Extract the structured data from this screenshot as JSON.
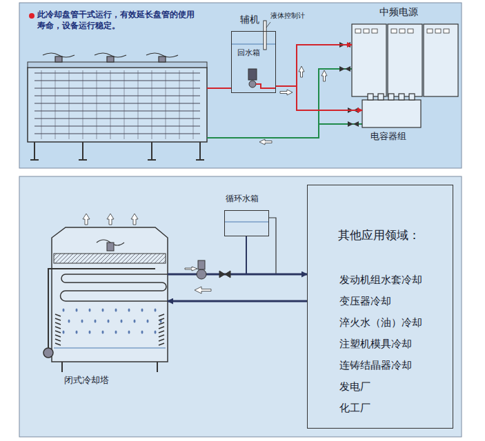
{
  "diagram": {
    "nodes": [
      {
        "text": [
          "辅机",
          "回水箱"
        ]
      },
      {
        "text": [
          "中频电源"
        ]
      },
      {
        "text": [
          "电容器组"
        ]
      },
      {
        "text": [
          "循环水箱"
        ]
      },
      {
        "text": [
          "闭式冷却塔"
        ]
      },
      {
        "text": [
          "其他应用领域：",
          "发动机组水套冷却",
          "变压器冷却",
          "淬火水（油）冷却",
          "注塑机模具冷却",
          "连铸结晶器冷却",
          "发电厂",
          "化工厂"
        ]
      }
    ],
    "edges": [
      {
        "from": 0,
        "to": 1,
        "arrow": "to"
      },
      {
        "from": 0,
        "to": 2,
        "arrow": "to"
      },
      {
        "from": 4,
        "to": 5,
        "arrow": "to"
      },
      {
        "from": 5,
        "to": 4,
        "arrow": "to"
      },
      {
        "from": 3,
        "to": 4,
        "arrow": "none"
      }
    ],
    "labels": [
      "此冷却盘管干式运行，有效延长盘管的使用寿命，设备运行稳定。",
      "液体控制计"
    ]
  }
}
